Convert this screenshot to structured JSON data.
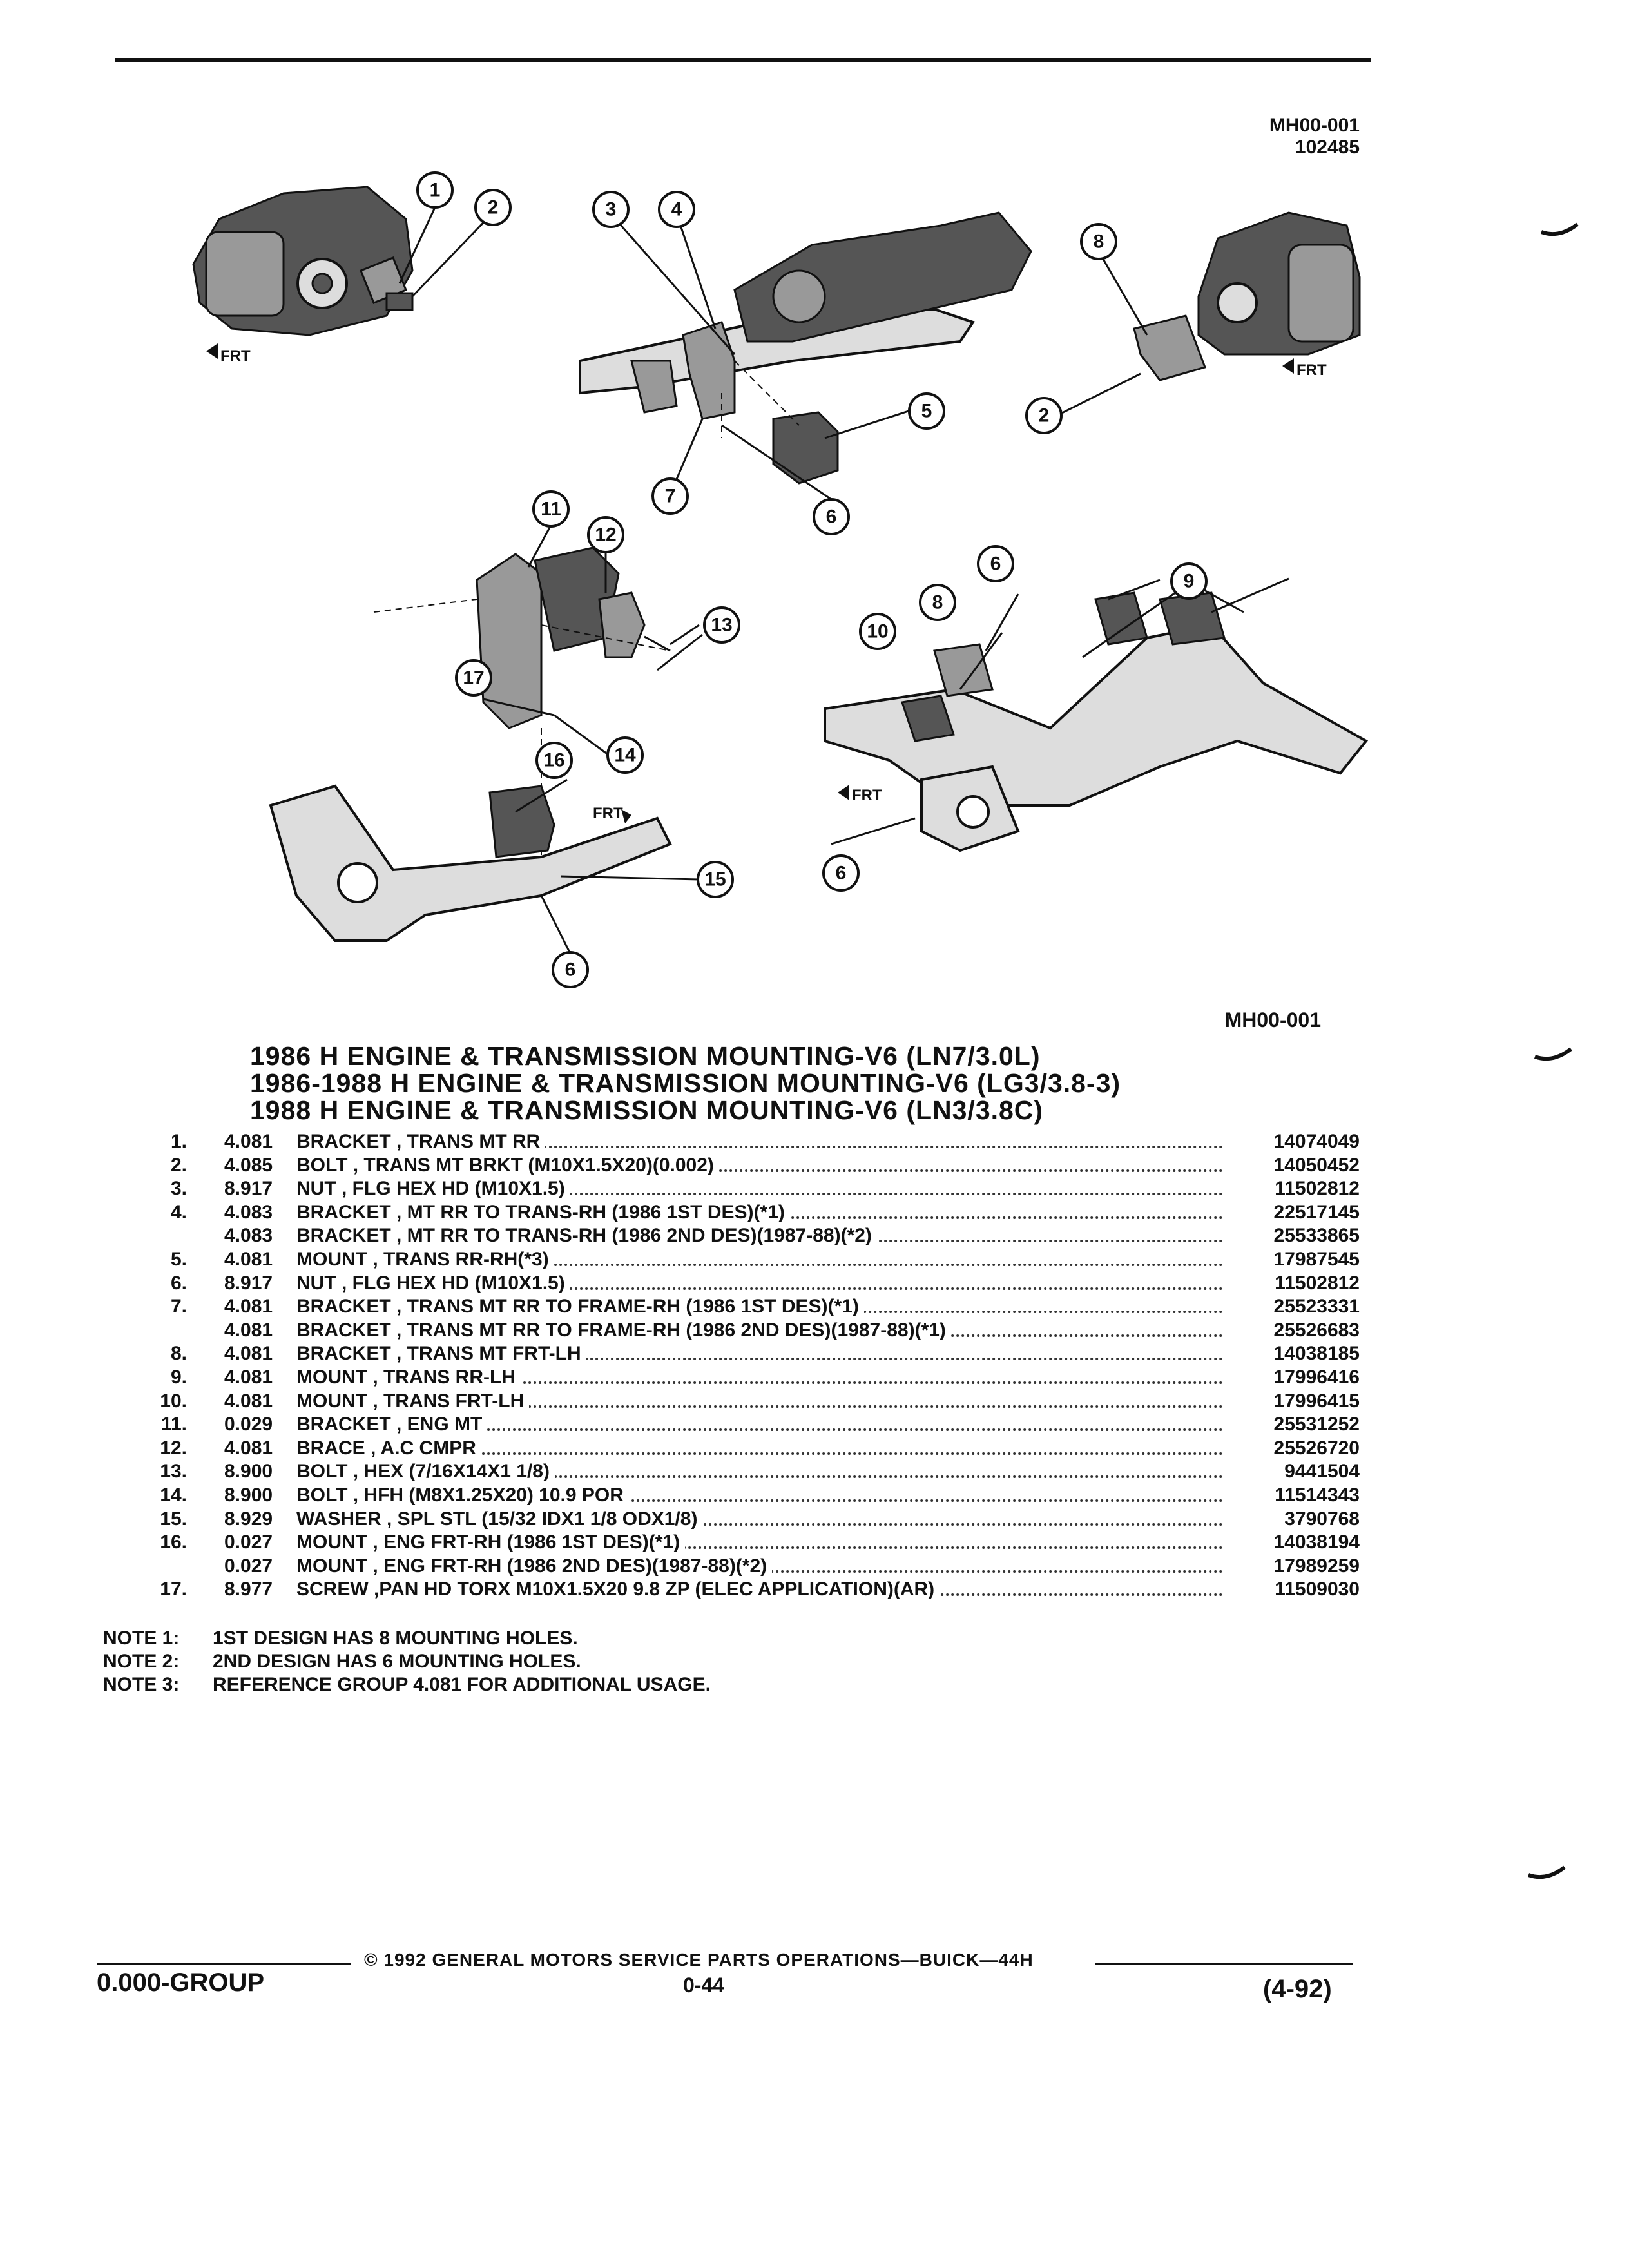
{
  "header": {
    "diagram_code": "MH00-001",
    "diagram_date": "102485"
  },
  "figure": {
    "ref": "MH00-001",
    "callouts": [
      "1",
      "2",
      "3",
      "4",
      "5",
      "6",
      "7",
      "8",
      "9",
      "10",
      "11",
      "12",
      "13",
      "14",
      "15",
      "16",
      "17"
    ],
    "front_label": "FRT"
  },
  "titles": [
    "1986 H ENGINE & TRANSMISSION MOUNTING-V6 (LN7/3.0L)",
    "1986-1988 H ENGINE & TRANSMISSION MOUNTING-V6 (LG3/3.8-3)",
    "1988 H ENGINE & TRANSMISSION MOUNTING-V6 (LN3/3.8C)"
  ],
  "parts": [
    {
      "no": "1.",
      "group": "4.081",
      "desc": "BRACKET , TRANS MT RR",
      "pn": "14074049"
    },
    {
      "no": "2.",
      "group": "4.085",
      "desc": "BOLT , TRANS MT BRKT (M10X1.5X20)(0.002)",
      "pn": "14050452"
    },
    {
      "no": "3.",
      "group": "8.917",
      "desc": "NUT , FLG HEX HD (M10X1.5)",
      "pn": "11502812"
    },
    {
      "no": "4.",
      "group": "4.083",
      "desc": "BRACKET , MT RR TO TRANS-RH (1986 1ST DES)(*1)",
      "pn": "22517145"
    },
    {
      "no": "",
      "group": "4.083",
      "desc": "BRACKET , MT RR TO TRANS-RH (1986 2ND DES)(1987-88)(*2)",
      "pn": "25533865"
    },
    {
      "no": "5.",
      "group": "4.081",
      "desc": "MOUNT , TRANS RR-RH(*3)",
      "pn": "17987545"
    },
    {
      "no": "6.",
      "group": "8.917",
      "desc": "NUT , FLG HEX HD (M10X1.5)",
      "pn": "11502812"
    },
    {
      "no": "7.",
      "group": "4.081",
      "desc": "BRACKET , TRANS MT RR TO FRAME-RH (1986 1ST DES)(*1)",
      "pn": "25523331"
    },
    {
      "no": "",
      "group": "4.081",
      "desc": "BRACKET , TRANS MT RR TO FRAME-RH (1986 2ND DES)(1987-88)(*1)",
      "pn": "25526683"
    },
    {
      "no": "8.",
      "group": "4.081",
      "desc": "BRACKET , TRANS MT FRT-LH",
      "pn": "14038185"
    },
    {
      "no": "9.",
      "group": "4.081",
      "desc": "MOUNT , TRANS RR-LH",
      "pn": "17996416"
    },
    {
      "no": "10.",
      "group": "4.081",
      "desc": "MOUNT , TRANS FRT-LH",
      "pn": "17996415"
    },
    {
      "no": "11.",
      "group": "0.029",
      "desc": "BRACKET , ENG MT",
      "pn": "25531252"
    },
    {
      "no": "12.",
      "group": "4.081",
      "desc": "BRACE , A.C CMPR",
      "pn": "25526720"
    },
    {
      "no": "13.",
      "group": "8.900",
      "desc": "BOLT , HEX (7/16X14X1 1/8)",
      "pn": "9441504"
    },
    {
      "no": "14.",
      "group": "8.900",
      "desc": "BOLT , HFH (M8X1.25X20) 10.9 POR",
      "pn": "11514343"
    },
    {
      "no": "15.",
      "group": "8.929",
      "desc": "WASHER , SPL STL (15/32 IDX1 1/8 ODX1/8)",
      "pn": "3790768"
    },
    {
      "no": "16.",
      "group": "0.027",
      "desc": "MOUNT , ENG FRT-RH (1986 1ST DES)(*1)",
      "pn": "14038194"
    },
    {
      "no": "",
      "group": "0.027",
      "desc": "MOUNT , ENG FRT-RH (1986 2ND DES)(1987-88)(*2)",
      "pn": "17989259"
    },
    {
      "no": "17.",
      "group": "8.977",
      "desc": "SCREW ,PAN HD TORX M10X1.5X20 9.8 ZP (ELEC APPLICATION)(AR)",
      "pn": "11509030"
    }
  ],
  "notes": [
    {
      "label": "NOTE  1:",
      "text": "1ST DESIGN HAS 8 MOUNTING HOLES."
    },
    {
      "label": "NOTE  2:",
      "text": "2ND DESIGN HAS 6 MOUNTING HOLES."
    },
    {
      "label": "NOTE  3:",
      "text": "REFERENCE GROUP 4.081 FOR ADDITIONAL USAGE."
    }
  ],
  "footer": {
    "copyright": "© 1992 GENERAL MOTORS SERVICE PARTS OPERATIONS—BUICK—44H",
    "group": "0.000-GROUP",
    "page": "0-44",
    "date_code": "(4-92)"
  },
  "colors": {
    "ink": "#111111",
    "paper": "#ffffff"
  }
}
